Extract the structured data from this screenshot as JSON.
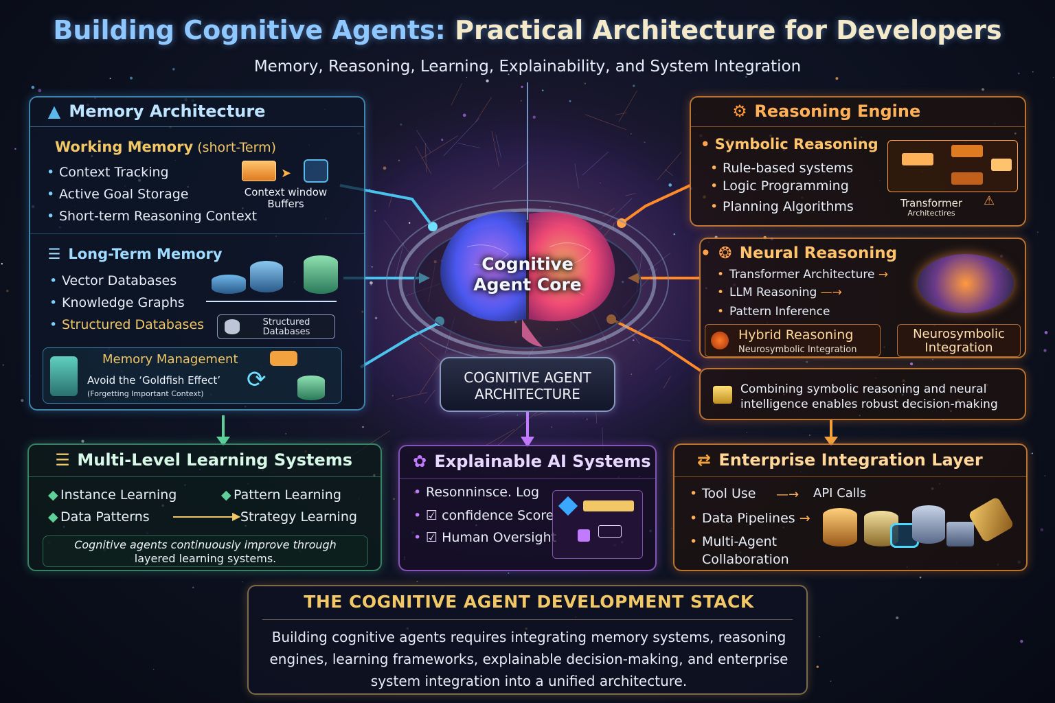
{
  "header": {
    "title_part1": "Building Cognitive Agents:",
    "title_part2": " Practical Architecture for Developers",
    "subtitle": "Memory, Reasoning, Learning, Explainability, and System Integration"
  },
  "core": {
    "label_line1": "Cognitive",
    "label_line2": "Agent Core",
    "plate_line1": "COGNITIVE AGENT",
    "plate_line2": "ARCHITECTURE"
  },
  "memory": {
    "title": "Memory Architecture",
    "working": {
      "title": "Working Memory",
      "title_suffix": " (short-Term)",
      "items": [
        "Context Tracking",
        "Active Goal Storage",
        "Short-term Reasoning Context"
      ],
      "caption_line1": "Context window",
      "caption_line2": "Buffers"
    },
    "longterm": {
      "title": "Long-Term Memory",
      "items": [
        "Vector Databases",
        "Knowledge Graphs",
        "Structured Databases"
      ],
      "caption_line1": "Structured",
      "caption_line2": "Databases"
    },
    "management": {
      "title": "Memory Management",
      "line1": "Avoid the ‘Goldfish Effect’",
      "line2": "(Forgetting Important Context)"
    }
  },
  "reasoning": {
    "title": "Reasoning Engine",
    "symbolic": {
      "title": "Symbolic Reasoning",
      "items": [
        "Rule-based systems",
        "Logic Programming",
        "Planning Algorithms"
      ],
      "caption_line1": "Transformer",
      "caption_line2": "Architectires"
    },
    "neural": {
      "title": "Neural Reasoning",
      "items": [
        "Transformer Architecture",
        "LLM Reasoning",
        "Pattern Inference"
      ]
    },
    "hybrid": {
      "title": "Hybrid Reasoning",
      "subtitle": "Neurosymbolic Integration",
      "box_line1": "Neurosymbolic",
      "box_line2": "Integration"
    },
    "note_line1": "Combining symbolic reasoning and neural",
    "note_line2": "intelligence enables robust decision-making"
  },
  "learning": {
    "title": "Multi-Level Learning Systems",
    "items": [
      "Instance Learning",
      "Pattern Learning",
      "Data Patterns",
      "Strategy Learning"
    ],
    "note_line1": "Cognitive agents continuously improve through",
    "note_line2": "layered learning systems."
  },
  "xai": {
    "title": "Explainable AI Systems",
    "items": [
      "Resonninsce. Log",
      "confidence Score",
      "Human Oversight"
    ]
  },
  "enterprise": {
    "title": "Enterprise Integration Layer",
    "items": [
      "Tool Use",
      "API Calls",
      "Data Pipelines",
      "Multi-Agent",
      "Collaboration"
    ]
  },
  "stack": {
    "title": "THE COGNITIVE AGENT DEVELOPMENT STACK",
    "line1": "Building cognitive agents requires integrating memory systems, reasoning",
    "line2": "engines, learning frameworks, explainable decision-making, and enterprise",
    "line3": "system integration into a unified architecture."
  },
  "colors": {
    "blue": "#5ab8ea",
    "orange": "#f29a3e",
    "green": "#5fd09a",
    "purple": "#b07ae8",
    "gold": "#f2c766"
  }
}
